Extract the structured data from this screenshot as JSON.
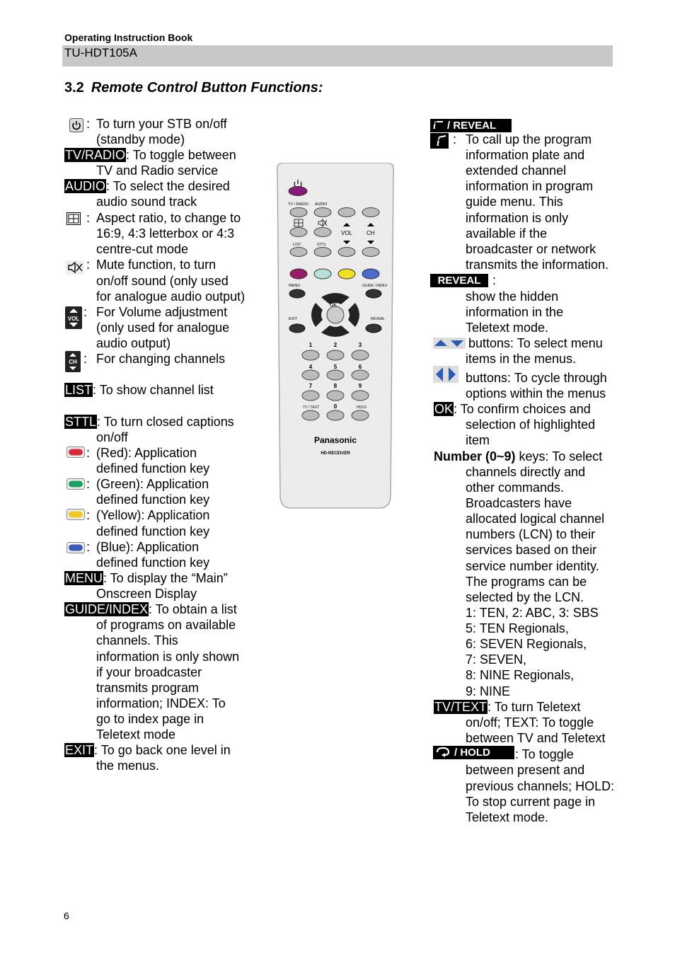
{
  "header": {
    "book": "Operating Instruction Book",
    "model": "TU-HDT105A"
  },
  "section": {
    "number": "3.2",
    "title": "Remote Control Button Functions:"
  },
  "left": {
    "power": [
      ":",
      "To turn your STB on/off",
      "(standby mode)"
    ],
    "tvradio": {
      "key": "TV/RADIO",
      "l1": ": To toggle between",
      "l2": "TV and Radio service"
    },
    "audio": {
      "key": "AUDIO",
      "l1": ": To select the desired",
      "l2": "audio sound track"
    },
    "aspect": [
      ":",
      "Aspect ratio, to change to",
      "16:9, 4:3 letterbox or 4:3",
      "centre-cut mode"
    ],
    "mute": [
      ":",
      "Mute function, to turn",
      "on/off sound  (only used",
      "for analogue audio output)"
    ],
    "vol": [
      ":",
      "For Volume adjustment",
      "(only used for analogue",
      "audio output)"
    ],
    "ch": [
      ":",
      "For changing channels"
    ],
    "list": {
      "key": "LIST",
      "l1": ": To show channel list"
    },
    "sttl": {
      "key": "STTL",
      "l1": ": To turn closed captions",
      "l2": "on/off"
    },
    "red": [
      ":",
      "(Red): Application",
      "defined function key"
    ],
    "green": [
      ":",
      "(Green): Application",
      "defined function key"
    ],
    "yellow": [
      ":",
      "(Yellow): Application",
      "defined function key"
    ],
    "blue": [
      ":",
      "(Blue): Application",
      "defined function key"
    ],
    "menu": {
      "key": "MENU",
      "l1": ": To display the “Main”",
      "l2": "Onscreen Display"
    },
    "guide": {
      "key": "GUIDE/INDEX",
      "l1": ": To obtain a list",
      "lines": [
        "of programs on available",
        "channels.  This",
        "information is only shown",
        "if your broadcaster",
        "transmits program",
        "information; INDEX: To",
        "go to index page in",
        "Teletext mode"
      ]
    },
    "exit": {
      "key": "EXIT",
      "l1": ": To go back one level in",
      "l2": "the menus."
    }
  },
  "right": {
    "info_reveal_label": "/ REVEAL",
    "info": [
      ":",
      "To call up the program",
      "information plate and",
      "extended channel",
      "information in program",
      "guide menu. This",
      "information is only",
      "available if the",
      "broadcaster or network",
      "transmits the information."
    ],
    "reveal_label": "REVEAL",
    "reveal": [
      ":",
      "show the hidden",
      "information in the",
      "Teletext mode."
    ],
    "updown": [
      "buttons: To select menu",
      "items in the menus."
    ],
    "leftright": [
      "buttons: To cycle through",
      "options within the menus"
    ],
    "ok": {
      "key": "OK",
      "l1": ": To confirm choices and",
      "lines": [
        "selection of highlighted",
        "item"
      ]
    },
    "number": {
      "bold": "Number (0~9)",
      "l1": " keys: To select",
      "lines": [
        "channels directly and",
        "other commands.",
        "Broadcasters have",
        "allocated logical channel",
        "numbers (LCN) to their",
        "services based on their",
        "service number identity.",
        "The programs can be",
        "selected by the LCN.",
        "1: TEN, 2: ABC, 3: SBS",
        "5: TEN Regionals,",
        "6: SEVEN Regionals,",
        "7: SEVEN,",
        "8: NINE Regionals,",
        "9: NINE"
      ]
    },
    "tvtext": {
      "key": "TV/TEXT",
      "l1": ": To turn Teletext",
      "lines": [
        "on/off; TEXT: To toggle",
        "between TV and Teletext"
      ]
    },
    "hold_label": "/ HOLD",
    "hold": {
      "l1": ": To toggle",
      "lines": [
        "between present and",
        "previous channels; HOLD:",
        "To stop current page in",
        "Teletext mode."
      ]
    }
  },
  "remote": {
    "labels": {
      "tvradio": "TV / RADIO",
      "audio": "AUDIO",
      "vol": "VOL",
      "ch": "CH",
      "list": "LIST",
      "sttl": "STTL",
      "menu": "MENU",
      "guide": "GUIDE / INDEX",
      "ok": "OK",
      "exit": "EXIT",
      "reveal": "REVEAL",
      "tvtext": "TV / TEXT",
      "hold": "HOLD",
      "brand": "Panasonic",
      "model": "HD-RECEIVER"
    },
    "digits": [
      "1",
      "2",
      "3",
      "4",
      "5",
      "6",
      "7",
      "8",
      "9",
      "0"
    ],
    "colors": {
      "power": "#8a1a7a",
      "red": "#9a1a6a",
      "green": "#b8e0d8",
      "yellow": "#f0e020",
      "blue": "#4a6ad0"
    }
  },
  "footer": {
    "page": "6"
  }
}
